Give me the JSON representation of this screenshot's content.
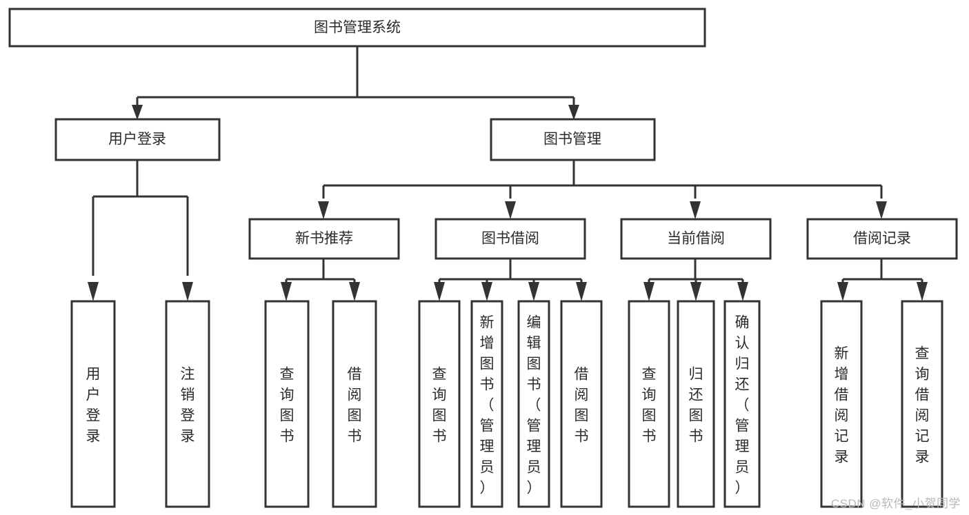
{
  "diagram": {
    "title": "图书管理系统",
    "watermark": "CSDN @软件_小贺同学",
    "colors": {
      "stroke": "#333333",
      "fill": "#ffffff",
      "text": "#2b2b2b",
      "watermark": "#b8b8b8"
    },
    "root": {
      "label": "图书管理系统"
    },
    "level2": [
      {
        "label": "用户登录"
      },
      {
        "label": "图书管理"
      }
    ],
    "level3": [
      {
        "label": "新书推荐"
      },
      {
        "label": "图书借阅"
      },
      {
        "label": "当前借阅"
      },
      {
        "label": "借阅记录"
      }
    ],
    "leaves": {
      "user_login": [
        {
          "label": "用户登录"
        },
        {
          "label": "注销登录"
        }
      ],
      "new_book": [
        {
          "label": "查询图书"
        },
        {
          "label": "借阅图书"
        }
      ],
      "book_borrow": [
        {
          "label": "查询图书"
        },
        {
          "label": "新增图书（管理员）"
        },
        {
          "label": "编辑图书（管理员）"
        },
        {
          "label": "借阅图书"
        }
      ],
      "current_borrow": [
        {
          "label": "查询图书"
        },
        {
          "label": "归还图书"
        },
        {
          "label": "确认归还（管理员）"
        }
      ],
      "borrow_record": [
        {
          "label": "新增借阅记录"
        },
        {
          "label": "查询借阅记录"
        }
      ]
    }
  }
}
